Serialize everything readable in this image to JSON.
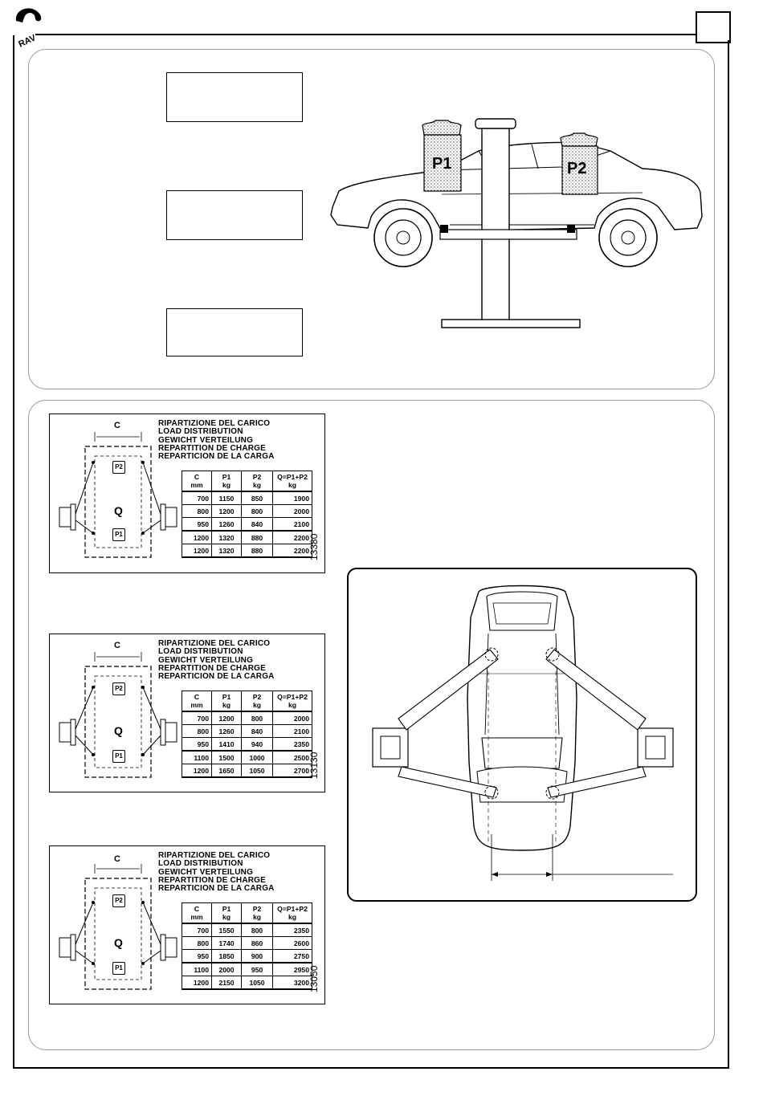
{
  "header": {
    "logo_text": "RAV"
  },
  "top_panel": {
    "weights": {
      "p1": "P1",
      "p2": "P2"
    }
  },
  "cards": [
    {
      "headings": [
        "RIPARTIZIONE  DEL  CARICO",
        "LOAD  DISTRIBUTION",
        "GEWICHT  VERTEILUNG",
        "REPARTITION  DE  CHARGE",
        "REPARTICION  DE  LA  CARGA"
      ],
      "diagram": {
        "c": "C",
        "q": "Q",
        "p1": "P1",
        "p2": "P2"
      },
      "columns": [
        {
          "l1": "C",
          "l2": "mm"
        },
        {
          "l1": "P1",
          "l2": "kg"
        },
        {
          "l1": "P2",
          "l2": "kg"
        },
        {
          "l1": "Q=P1+P2",
          "l2": "kg"
        }
      ],
      "rows": [
        [
          "700",
          "1150",
          "850",
          "1900"
        ],
        [
          "800",
          "1200",
          "800",
          "2000"
        ],
        [
          "950",
          "1260",
          "840",
          "2100"
        ],
        [
          "1200",
          "1320",
          "880",
          "2200"
        ],
        [
          "1200",
          "1320",
          "880",
          "2200"
        ]
      ],
      "code": "13380"
    },
    {
      "headings": [
        "RIPARTIZIONE  DEL  CARICO",
        "LOAD  DISTRIBUTION",
        "GEWICHT  VERTEILUNG",
        "REPARTITION  DE  CHARGE",
        "REPARTICION  DE  LA  CARGA"
      ],
      "diagram": {
        "c": "C",
        "q": "Q",
        "p1": "P1",
        "p2": "P2"
      },
      "columns": [
        {
          "l1": "C",
          "l2": "mm"
        },
        {
          "l1": "P1",
          "l2": "kg"
        },
        {
          "l1": "P2",
          "l2": "kg"
        },
        {
          "l1": "Q=P1+P2",
          "l2": "kg"
        }
      ],
      "rows": [
        [
          "700",
          "1200",
          "800",
          "2000"
        ],
        [
          "800",
          "1260",
          "840",
          "2100"
        ],
        [
          "950",
          "1410",
          "940",
          "2350"
        ],
        [
          "1100",
          "1500",
          "1000",
          "2500"
        ],
        [
          "1200",
          "1650",
          "1050",
          "2700"
        ]
      ],
      "code": "13130"
    },
    {
      "headings": [
        "RIPARTIZIONE  DEL  CARICO",
        "LOAD  DISTRIBUTION",
        "GEWICHT  VERTEILUNG",
        "REPARTITION  DE  CHARGE",
        "REPARTICION  DE  LA  CARGA"
      ],
      "diagram": {
        "c": "C",
        "q": "Q",
        "p1": "P1",
        "p2": "P2"
      },
      "columns": [
        {
          "l1": "C",
          "l2": "mm"
        },
        {
          "l1": "P1",
          "l2": "kg"
        },
        {
          "l1": "P2",
          "l2": "kg"
        },
        {
          "l1": "Q=P1+P2",
          "l2": "kg"
        }
      ],
      "rows": [
        [
          "700",
          "1550",
          "800",
          "2350"
        ],
        [
          "800",
          "1740",
          "860",
          "2600"
        ],
        [
          "950",
          "1850",
          "900",
          "2750"
        ],
        [
          "1100",
          "2000",
          "950",
          "2950"
        ],
        [
          "1200",
          "2150",
          "1050",
          "3200"
        ]
      ],
      "code": "13050"
    }
  ]
}
